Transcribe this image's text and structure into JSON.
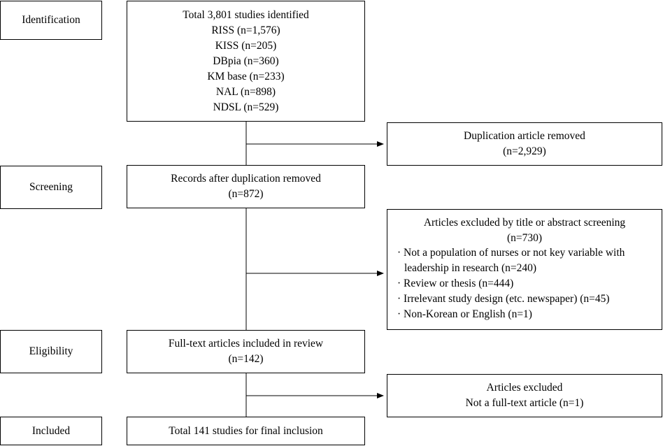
{
  "stages": {
    "identification": "Identification",
    "screening": "Screening",
    "eligibility": "Eligibility",
    "included": "Included"
  },
  "identified": {
    "title": "Total 3,801 studies identified",
    "sources": [
      "RISS (n=1,576)",
      "KISS (n=205)",
      "DBpia (n=360)",
      "KM base (n=233)",
      "NAL (n=898)",
      "NDSL (n=529)"
    ]
  },
  "duplication_removed": {
    "line1": "Duplication article removed",
    "line2": "(n=2,929)"
  },
  "records_after_dup": {
    "line1": "Records after duplication removed",
    "line2": "(n=872)"
  },
  "excluded_screening": {
    "title": "Articles excluded by title or abstract screening",
    "count": "(n=730)",
    "reasons": [
      "· Not a population of nurses or not key variable with leadership in research (n=240)",
      "· Review or thesis (n=444)",
      "· Irrelevant study design (etc. newspaper) (n=45)",
      "· Non-Korean or English (n=1)"
    ]
  },
  "fulltext_review": {
    "line1": "Full-text articles included in review",
    "line2": "(n=142)"
  },
  "excluded_fulltext": {
    "line1": "Articles excluded",
    "line2": "Not a full-text article (n=1)"
  },
  "final": {
    "line1": "Total 141 studies for final inclusion"
  }
}
